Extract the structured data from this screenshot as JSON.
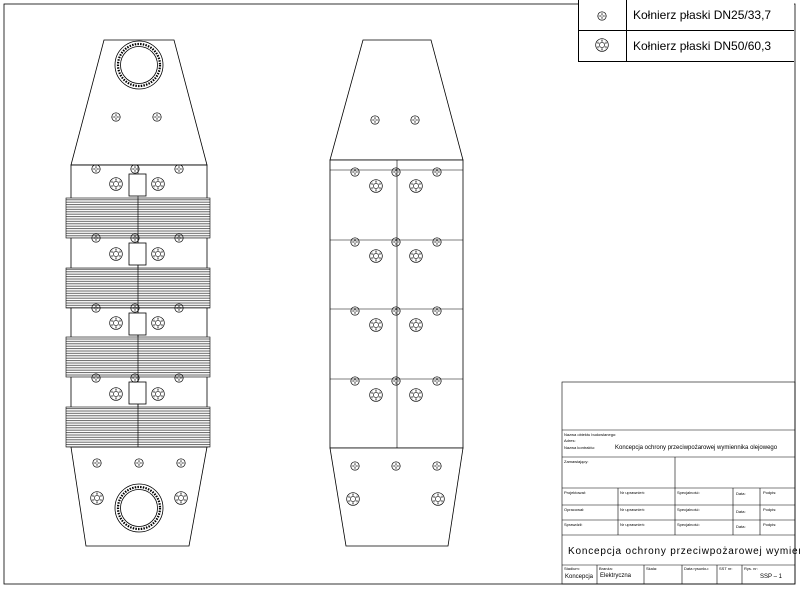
{
  "legend": [
    {
      "label": "Kołnierz płaski DN25/33,7",
      "symbol": "flange-small-icon"
    },
    {
      "label": "Kołnierz płaski DN50/60,3",
      "symbol": "flange-large-icon"
    }
  ],
  "title_block": {
    "object_name_label": "Nazwa obiektu budowlanego:",
    "address_label": "Adres:",
    "contract_name_label": "Nazwa kontraktu:",
    "contract_name": "Koncepcja ochrony przeciwpożarowej wymiennika olejowego",
    "ordering_party_label": "Zamawiający:",
    "designer_label": "Projektował:",
    "checked_label": "Sprawdził:",
    "verified_label": "Opracował:",
    "permission_label": "Nr uprawnień:",
    "specialty_label": "Specjalność:",
    "date_label": "Data:",
    "signature_label": "Podpis:",
    "drawing_title": "Koncepcja ochrony przeciwpożarowej wymiennika",
    "stage_label": "Stadium:",
    "stage": "Koncepcja",
    "branch_label": "Branża:",
    "branch": "Elektryczna",
    "scale_label": "Skala:",
    "sheet_date_label": "Data rysunku:",
    "set_label": "SST nr:",
    "drawing_number_label": "Rys. nr:",
    "drawing_number": "SSP – 1"
  }
}
